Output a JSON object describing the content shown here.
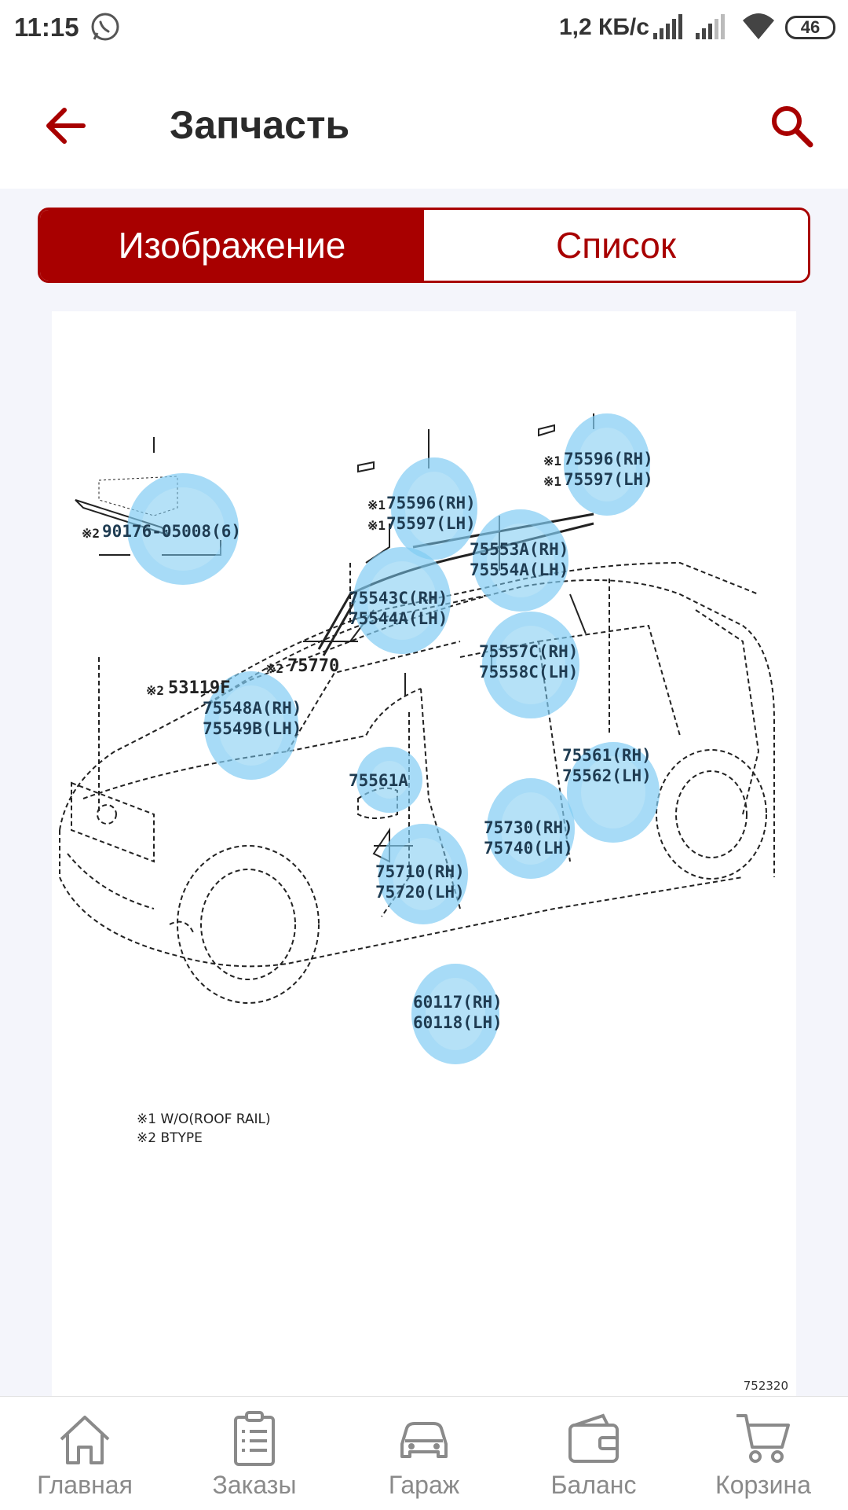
{
  "status_bar": {
    "time": "11:15",
    "speed": "1,2 КБ/с",
    "battery": "46"
  },
  "header": {
    "title": "Запчасть"
  },
  "tabs": [
    {
      "label": "Изображение",
      "active": true
    },
    {
      "label": "Список",
      "active": false
    }
  ],
  "diagram": {
    "hotspots": [
      {
        "line1": "90176-05008(6)",
        "line2": "",
        "prefix1": "※2",
        "prefix2": ""
      },
      {
        "line1": "75596(RH)",
        "line2": "75597(LH)",
        "prefix1": "※1",
        "prefix2": "※1"
      },
      {
        "line1": "75596(RH)",
        "line2": "75597(LH)",
        "prefix1": "※1",
        "prefix2": "※1"
      },
      {
        "line1": "75553A(RH)",
        "line2": "75554A(LH)"
      },
      {
        "line1": "75543C(RH)",
        "line2": "75544A(LH)"
      },
      {
        "line1": "75557C(RH)",
        "line2": "75558C(LH)"
      },
      {
        "line1": "75548A(RH)",
        "line2": "75549B(LH)"
      },
      {
        "line1": "75561A",
        "line2": ""
      },
      {
        "line1": "75561(RH)",
        "line2": "75562(LH)"
      },
      {
        "line1": "75730(RH)",
        "line2": "75740(LH)"
      },
      {
        "line1": "75710(RH)",
        "line2": "75720(LH)"
      },
      {
        "line1": "60117(RH)",
        "line2": "60118(LH)"
      }
    ],
    "plain_labels": [
      {
        "prefix": "※2",
        "text": "75770"
      },
      {
        "prefix": "※2",
        "text": "53119F"
      }
    ],
    "notes": [
      "※1 W/O(ROOF RAIL)",
      "※2 BTYPE"
    ],
    "ref_number": "752320"
  },
  "bottom_nav": [
    {
      "label": "Главная",
      "icon": "home-icon"
    },
    {
      "label": "Заказы",
      "icon": "orders-icon"
    },
    {
      "label": "Гараж",
      "icon": "car-icon"
    },
    {
      "label": "Баланс",
      "icon": "wallet-icon"
    },
    {
      "label": "Корзина",
      "icon": "cart-icon"
    }
  ],
  "colors": {
    "accent": "#a80000",
    "hotspot": "#7cc8f0"
  }
}
